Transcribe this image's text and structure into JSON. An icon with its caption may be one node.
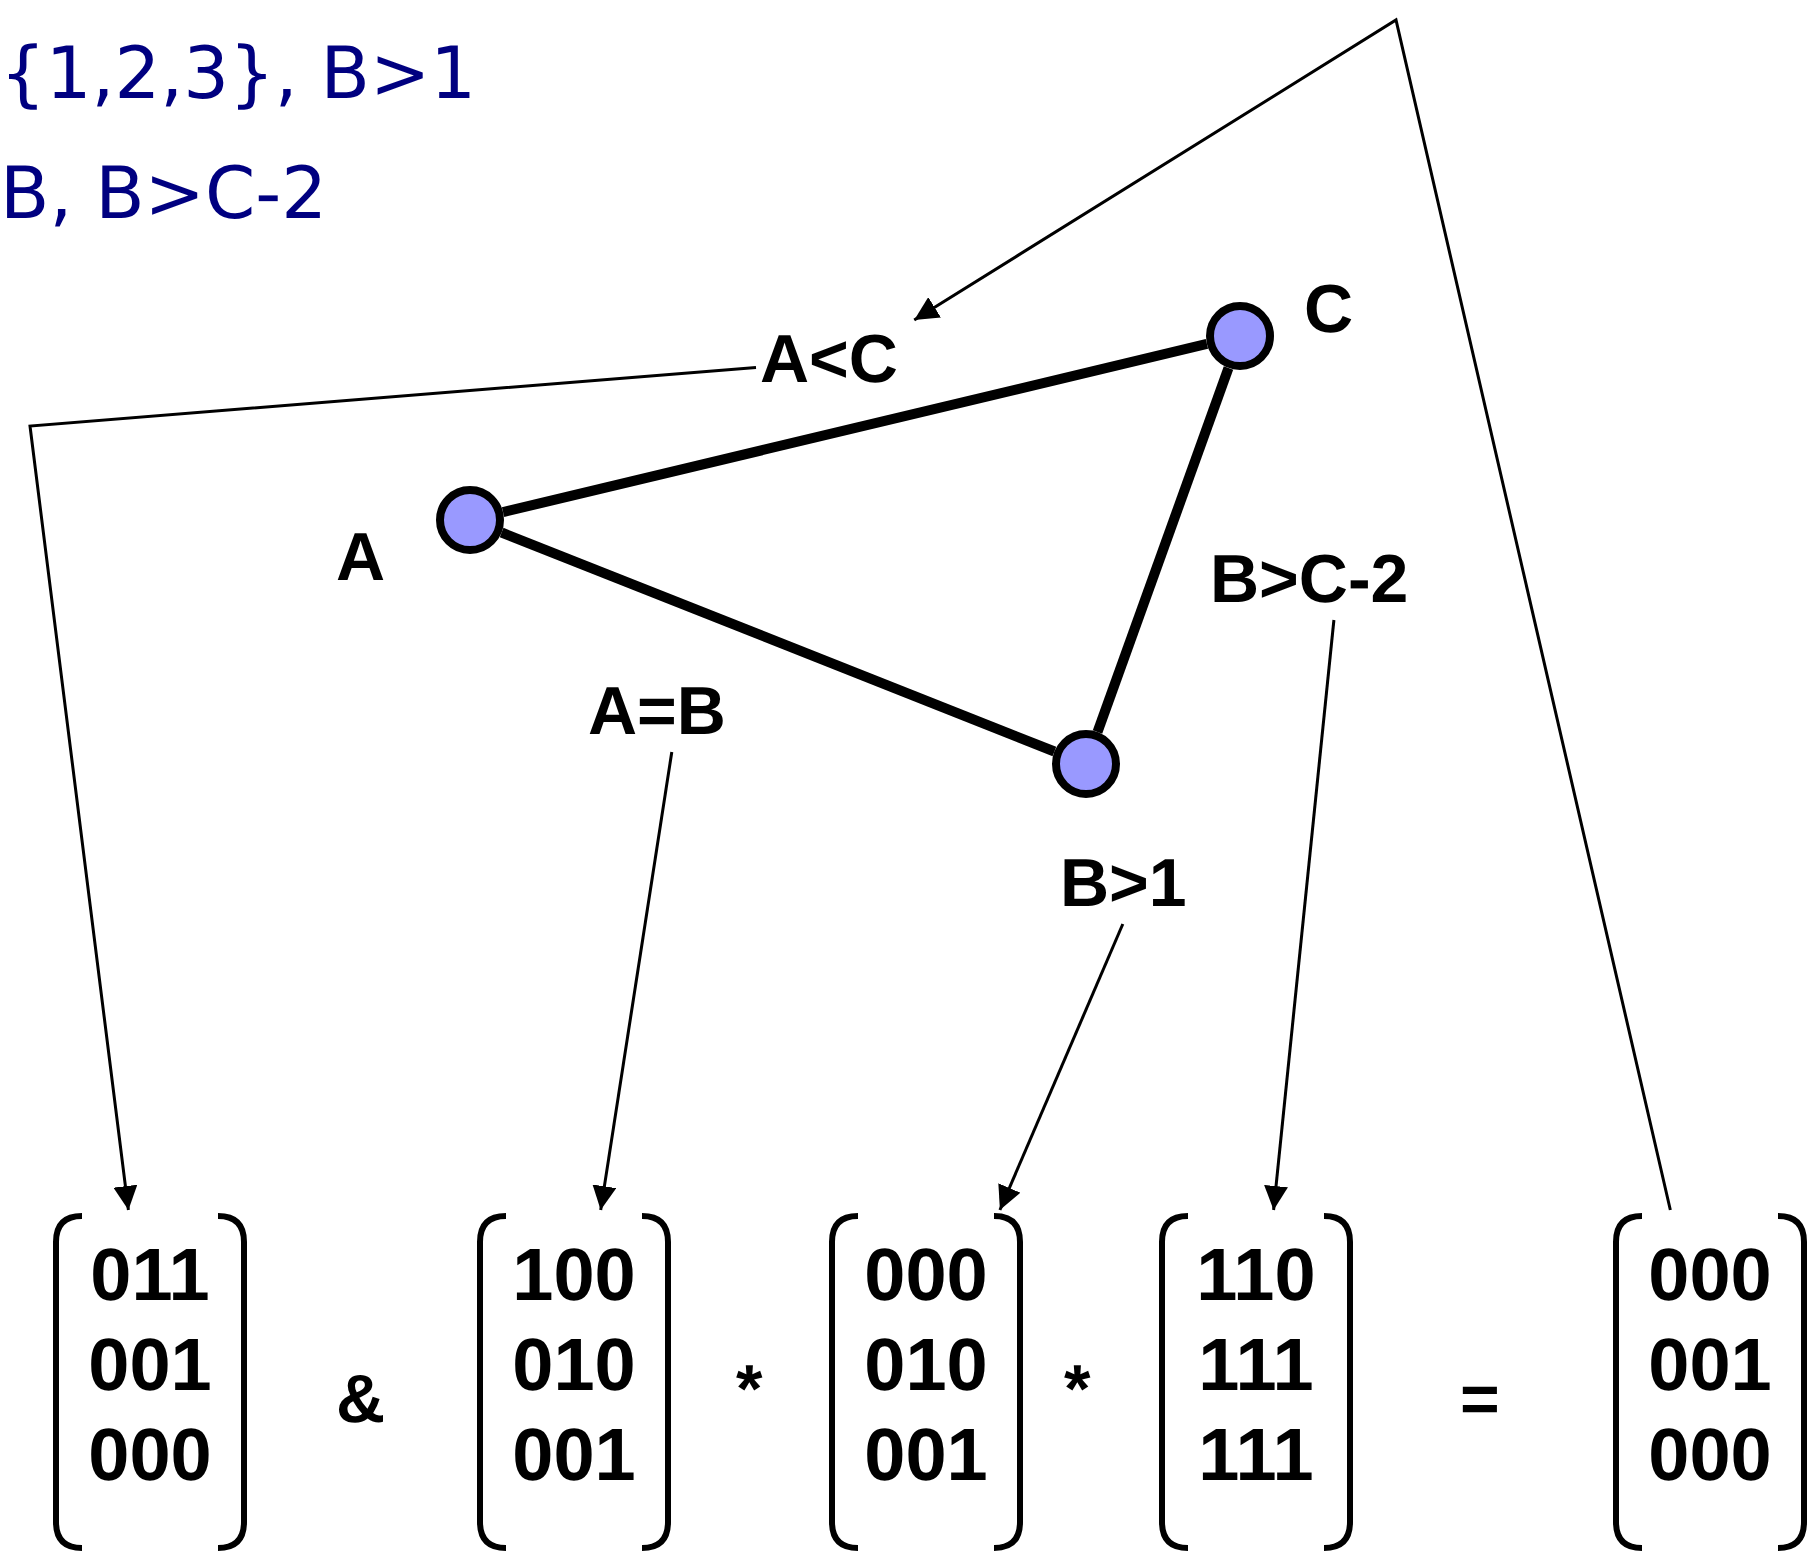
{
  "diagram": {
    "nodes": [
      {
        "text": [],
        "shape": "circle",
        "beside": [
          "A"
        ]
      },
      {
        "text": [],
        "shape": "circle",
        "beside": [
          "C"
        ]
      },
      {
        "text": [],
        "shape": "circle"
      },
      {
        "text": [
          "A<C"
        ]
      },
      {
        "text": [
          "A=B"
        ]
      },
      {
        "text": [
          "B>C-2"
        ]
      },
      {
        "text": [
          "B>1"
        ]
      },
      {
        "text": [
          "011 001 000"
        ]
      },
      {
        "text": [
          "100 010 001"
        ]
      },
      {
        "text": [
          "000 010 001"
        ]
      },
      {
        "text": [
          "110 111 111"
        ]
      },
      {
        "text": [
          "000 001 000"
        ]
      }
    ],
    "edges": [
      {
        "from": 0,
        "to": 1,
        "arrow": "none",
        "style": "thick"
      },
      {
        "from": 0,
        "to": 2,
        "arrow": "none",
        "style": "thick"
      },
      {
        "from": 1,
        "to": 2,
        "arrow": "none",
        "style": "thick"
      },
      {
        "from": 3,
        "to": 7,
        "arrow": "to"
      },
      {
        "from": 4,
        "to": 8,
        "arrow": "to"
      },
      {
        "from": 6,
        "to": 9,
        "arrow": "to"
      },
      {
        "from": 5,
        "to": 10,
        "arrow": "to"
      },
      {
        "from": 11,
        "to": 3,
        "arrow": "to"
      }
    ],
    "labels": [
      "{1,2,3}, B>1",
      "B, B>C-2",
      "&",
      "*",
      "*",
      "="
    ]
  }
}
